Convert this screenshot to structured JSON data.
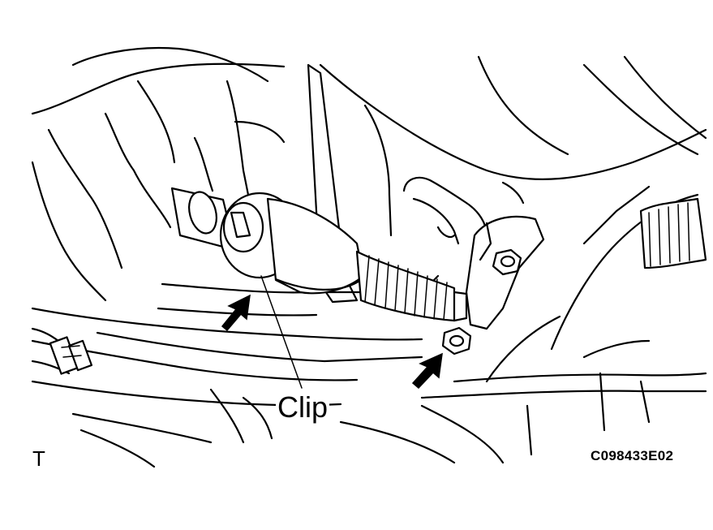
{
  "diagram": {
    "callout_label": "Clip",
    "figure_code": "C098433E02",
    "corner_mark": "T"
  },
  "colors": {
    "ink": "#000000",
    "background": "#ffffff"
  }
}
